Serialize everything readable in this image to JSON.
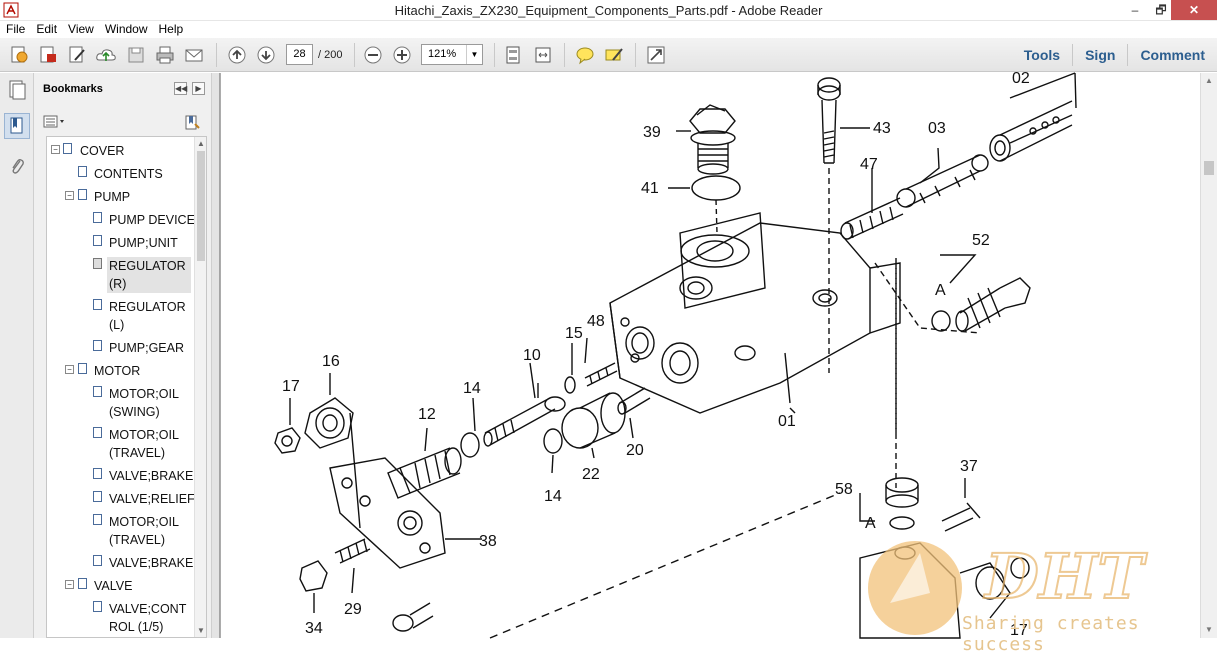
{
  "window": {
    "title": "Hitachi_Zaxis_ZX230_Equipment_Components_Parts.pdf - Adobe Reader",
    "minimize": "–",
    "restore": "🗗",
    "close": "✕"
  },
  "menu": [
    "File",
    "Edit",
    "View",
    "Window",
    "Help"
  ],
  "toolbar": {
    "page_current": "28",
    "page_total": "/ 200",
    "zoom": "121%",
    "links": [
      "Tools",
      "Sign",
      "Comment"
    ]
  },
  "bookmarks": {
    "title": "Bookmarks",
    "items": [
      {
        "label": "COVER",
        "level": 0
      },
      {
        "label": "CONTENTS",
        "level": 1
      },
      {
        "label": "PUMP",
        "level": 1
      },
      {
        "label": "PUMP DEVICE",
        "level": 2
      },
      {
        "label": "PUMP;UNIT",
        "level": 2
      },
      {
        "label": "REGULATOR",
        "label2": "(R)",
        "level": 2,
        "selected": true
      },
      {
        "label": "REGULATOR",
        "label2": "(L)",
        "level": 2
      },
      {
        "label": "PUMP;GEAR",
        "level": 2
      },
      {
        "label": "MOTOR",
        "level": 1
      },
      {
        "label": "MOTOR;OIL",
        "label2": "(SWING)",
        "level": 2
      },
      {
        "label": "MOTOR;OIL",
        "label2": "(TRAVEL)",
        "level": 2
      },
      {
        "label": "VALVE;BRAKE",
        "level": 2
      },
      {
        "label": "VALVE;RELIEF",
        "level": 2
      },
      {
        "label": "MOTOR;OIL",
        "label2": "(TRAVEL)",
        "level": 2
      },
      {
        "label": "VALVE;BRAKE",
        "level": 2
      },
      {
        "label": "VALVE",
        "level": 1
      },
      {
        "label": "VALVE;CONT",
        "label2": "ROL (1/5)",
        "level": 2
      }
    ]
  },
  "diagram": {
    "labels": [
      "02",
      "39",
      "43",
      "03",
      "41",
      "47",
      "52",
      "A",
      "48",
      "15",
      "10",
      "16",
      "17",
      "14",
      "12",
      "01",
      "20",
      "22",
      "14",
      "37",
      "58",
      "A",
      "38",
      "29",
      "34",
      "17"
    ]
  },
  "watermark": {
    "logo": "DHT",
    "tagline": "Sharing creates success"
  }
}
